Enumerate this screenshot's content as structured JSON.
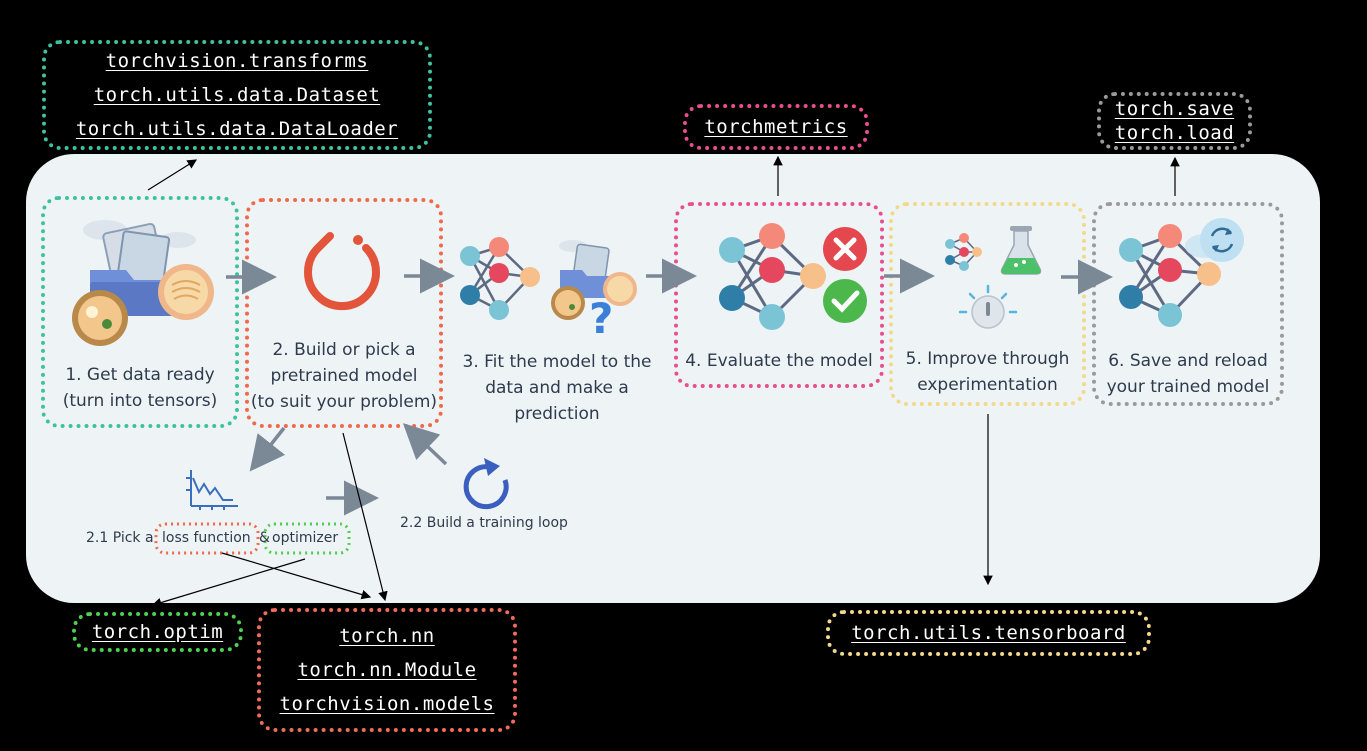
{
  "colors": {
    "background": "#000000",
    "panel": "#eef3f6",
    "teal": "#3fc1a0",
    "orange": "#f06a48",
    "pink": "#e84f8f",
    "yellow": "#f2d98a",
    "gray": "#9a9a9a",
    "green": "#4fcf4f",
    "salmon": "#f26b5b",
    "arrow": "#7b8896"
  },
  "code_boxes": {
    "data": [
      "torchvision.transforms",
      "torch.utils.data.Dataset",
      "torch.utils.data.DataLoader"
    ],
    "metrics": [
      "torchmetrics"
    ],
    "save": [
      "torch.save",
      "torch.load"
    ],
    "optim": [
      "torch.optim"
    ],
    "nn": [
      "torch.nn",
      "torch.nn.Module",
      "torchvision.models"
    ],
    "tensorboard": [
      "torch.utils.tensorboard"
    ]
  },
  "steps": {
    "s1": [
      "1. Get data ready",
      "(turn into tensors)"
    ],
    "s2": [
      "2. Build or pick a",
      "pretrained model",
      "(to suit your problem)"
    ],
    "s3": [
      "3. Fit the model to the",
      "data and make a",
      "prediction"
    ],
    "s4": [
      "4. Evaluate the model"
    ],
    "s5": [
      "5. Improve through",
      "experimentation"
    ],
    "s6": [
      "6. Save and reload",
      "your trained model"
    ]
  },
  "substeps": {
    "s21_prefix": "2.1 Pick a",
    "s21_loss": "loss function",
    "s21_amp": "&",
    "s21_optimizer": "optimizer",
    "s22": "2.2 Build a training loop"
  },
  "icons": {
    "data": "folder-food-images-icon",
    "pytorch": "pytorch-logo-icon",
    "network": "neural-network-icon",
    "wrong": "x-circle-icon",
    "right": "check-circle-icon",
    "question": "question-mark-icon",
    "flask": "flask-icon",
    "bulb": "lightbulb-icon",
    "reload": "reload-icon",
    "loss": "loss-curve-icon",
    "loop": "loop-arrow-icon"
  }
}
